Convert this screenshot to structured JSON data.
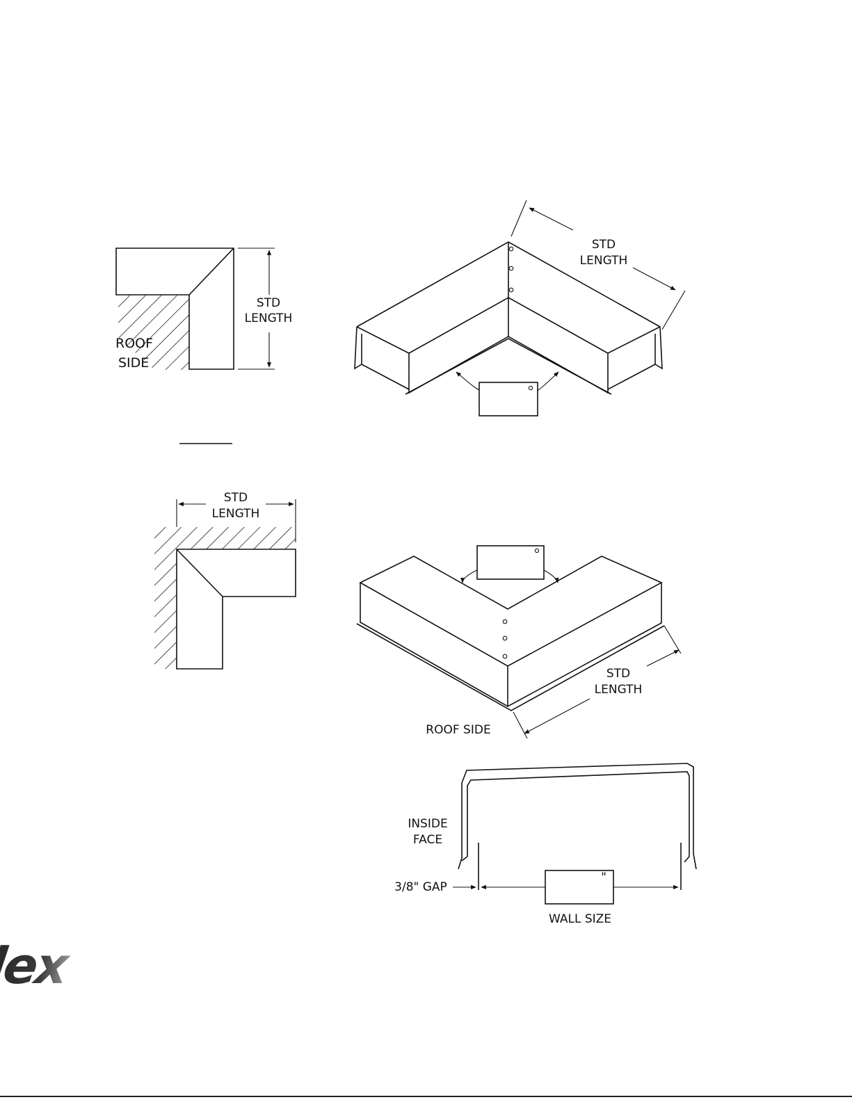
{
  "labels": {
    "std_length_line1": "STD",
    "std_length_line2": "LENGTH",
    "roof_side_line1": "ROOF",
    "roof_side_line2": "SIDE",
    "roof_side": "ROOF SIDE",
    "inside_face_line1": "INSIDE",
    "inside_face_line2": "FACE",
    "gap": "3/8\" GAP",
    "wall_size": "WALL SIZE",
    "inch_mark": "\""
  },
  "logo": {
    "text": "Flex",
    "color": "#2a2a2a"
  }
}
